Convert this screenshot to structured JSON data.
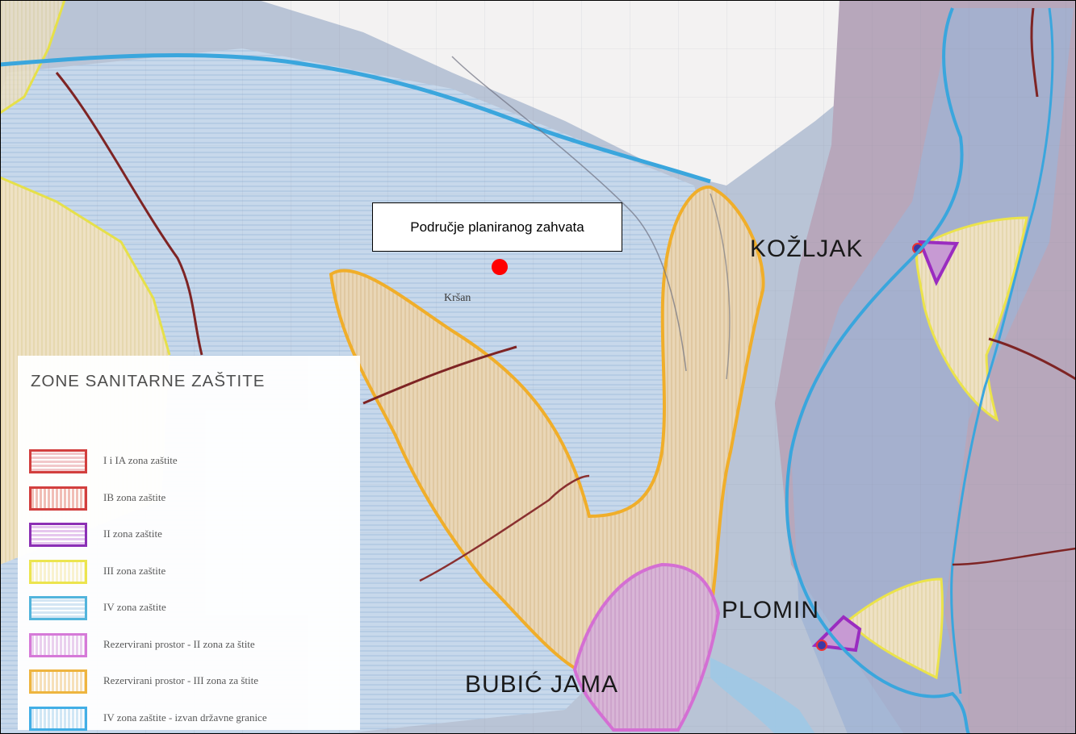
{
  "map": {
    "callout": "Područje planiranog zahvata",
    "places": {
      "kozljak": "KOŽLJAK",
      "plomin": "PLOMIN",
      "bubic_jama": "BUBIĆ JAMA",
      "krsan": "Kršan"
    },
    "marker_color": "#ff0000"
  },
  "legend": {
    "title": "ZONE SANITARNE ZAŠTITE",
    "items": [
      {
        "label": "I i IA zona zaštite",
        "border": "#d23a3a",
        "fill": "#f3c8cc"
      },
      {
        "label": "IB zona zaštite",
        "border": "#d23a3a",
        "fill": "#f2bdb6"
      },
      {
        "label": "II zona zaštite",
        "border": "#8a2bb5",
        "fill": "#e6c7f0"
      },
      {
        "label": "III zona zaštite",
        "border": "#eee64a",
        "fill": "#fbf3cf"
      },
      {
        "label": "IV zona zaštite",
        "border": "#4fb3dc",
        "fill": "#d5e7f5"
      },
      {
        "label": "Rezervirani prostor - II zona za štite",
        "border": "#d777d8",
        "fill": "#ecd0ef"
      },
      {
        "label": "Rezervirani prostor - III zona za štite",
        "border": "#f0b43a",
        "fill": "#f8e1b8"
      },
      {
        "label": "IV zona zaštite - izvan državne granice",
        "border": "#3eaee6",
        "fill": "#d2e8f6"
      }
    ]
  }
}
